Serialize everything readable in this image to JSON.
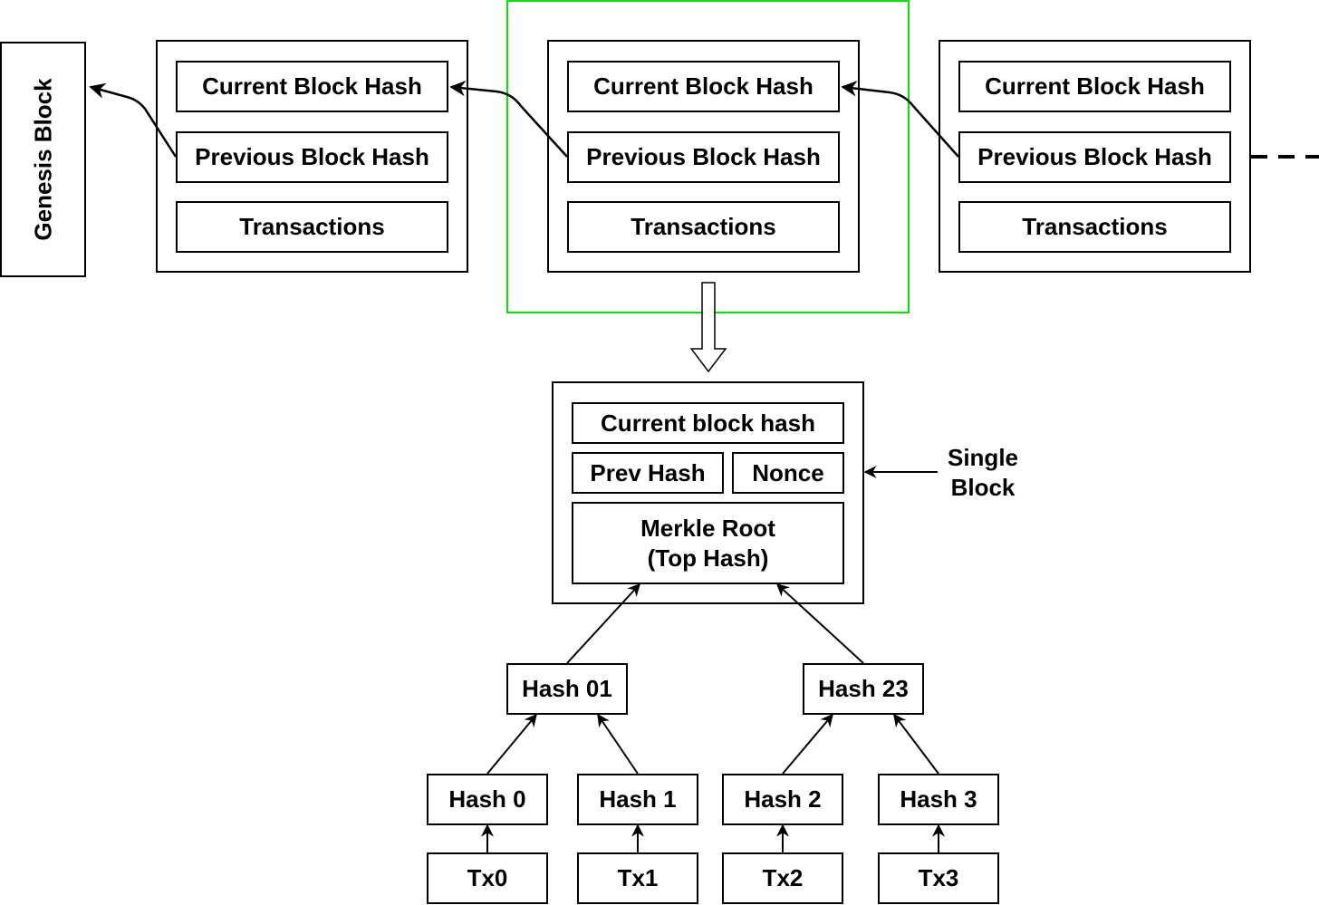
{
  "genesis": {
    "label": "Genesis Block"
  },
  "chain": [
    {
      "current": "Current Block Hash",
      "previous": "Previous Block Hash",
      "transactions": "Transactions"
    },
    {
      "current": "Current Block Hash",
      "previous": "Previous Block Hash",
      "transactions": "Transactions"
    },
    {
      "current": "Current Block Hash",
      "previous": "Previous Block Hash",
      "transactions": "Transactions"
    }
  ],
  "highlight_color": "#00e600",
  "single_block": {
    "current": "Current block hash",
    "prev": "Prev Hash",
    "nonce": "Nonce",
    "merkle_line1": "Merkle Root",
    "merkle_line2": "(Top Hash)",
    "caption_line1": "Single",
    "caption_line2": "Block"
  },
  "merkle_tree": {
    "level1": [
      "Hash 01",
      "Hash 23"
    ],
    "level2": [
      "Hash 0",
      "Hash 1",
      "Hash 2",
      "Hash 3"
    ],
    "transactions": [
      "Tx0",
      "Tx1",
      "Tx2",
      "Tx3"
    ]
  }
}
